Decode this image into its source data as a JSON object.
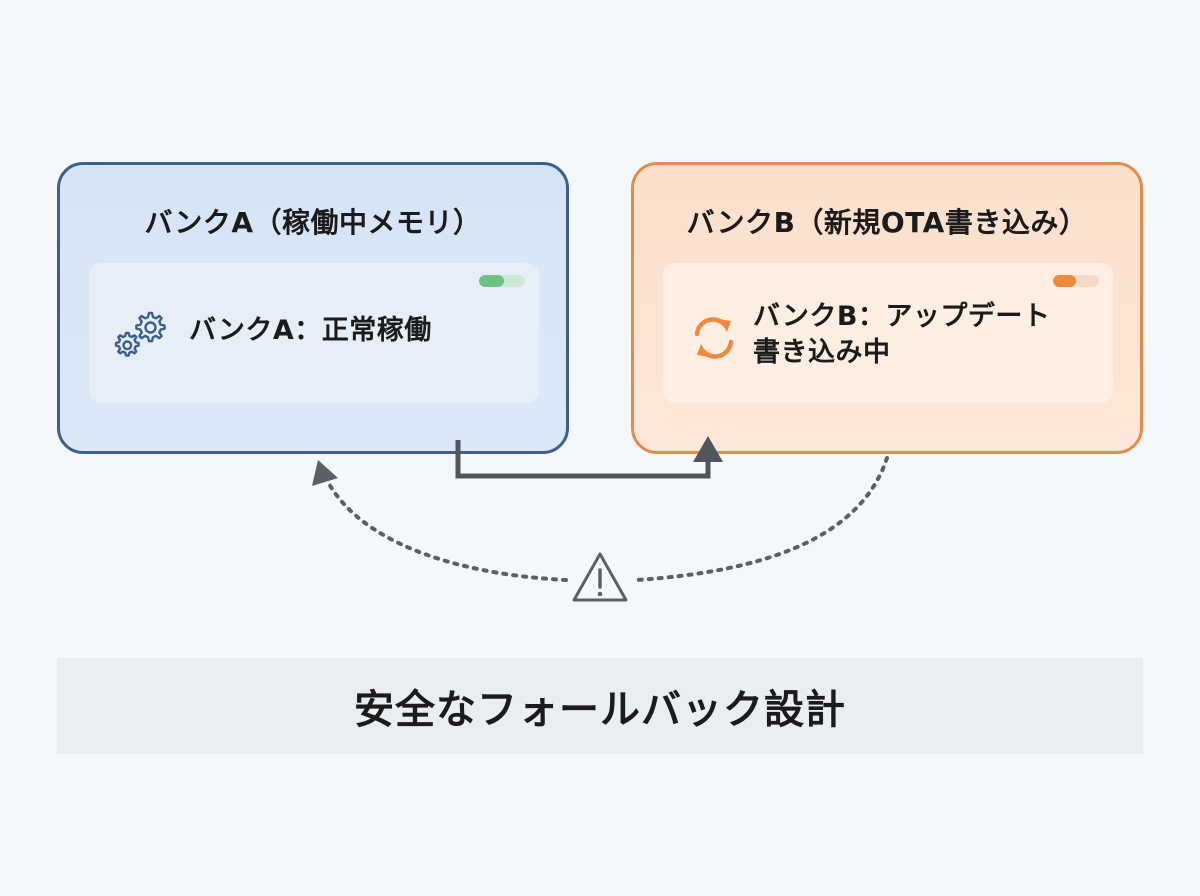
{
  "bank_a": {
    "title": "バンクA（稼働中メモリ）",
    "status_text": "バンクA：正常稼働",
    "status_level": 0.55,
    "icon": "gears-icon",
    "border_color": "#3d5f8f",
    "status_color": "#6cc27f"
  },
  "bank_b": {
    "title": "バンクB（新規OTA書き込み）",
    "status_text_line1": "バンクB：アップデート",
    "status_text_line2": "書き込み中",
    "status_level": 0.5,
    "icon": "sync-icon",
    "border_color": "#e58a4a",
    "status_color": "#ee8a3f"
  },
  "fallback": {
    "icon": "warning-icon"
  },
  "caption": "安全なフォールバック設計"
}
